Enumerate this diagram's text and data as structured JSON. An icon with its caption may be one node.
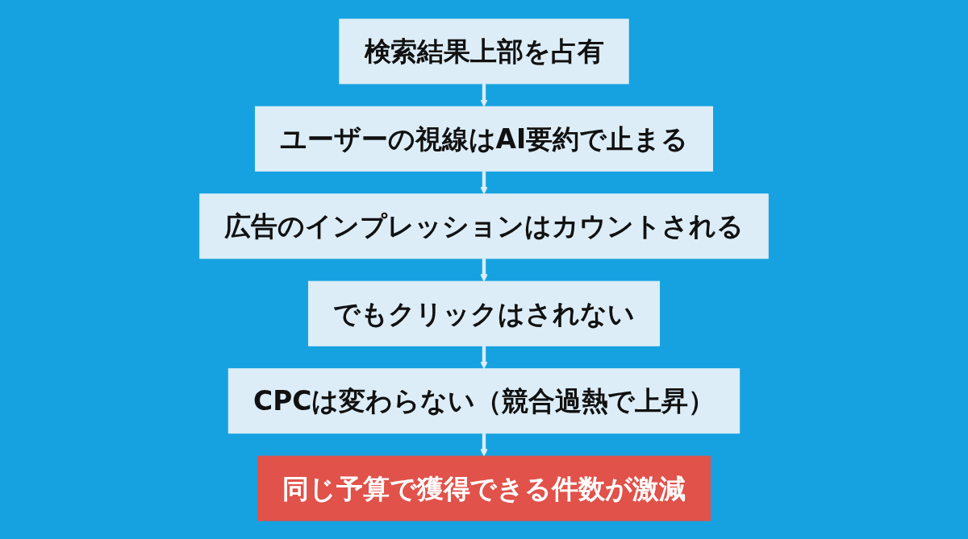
{
  "diagram": {
    "nodes": [
      {
        "text": [
          "検索結果上部を占有"
        ]
      },
      {
        "text": [
          "ユーザーの視線はAI要約で止まる"
        ]
      },
      {
        "text": [
          "広告のインプレッションはカウントされる"
        ]
      },
      {
        "text": [
          "でもクリックはされない"
        ]
      },
      {
        "text": [
          "CPCは変わらない（競合過熱で上昇）"
        ]
      },
      {
        "text": [
          "同じ予算で獲得できる件数が激減"
        ]
      }
    ],
    "edges": [
      {
        "from": 0,
        "to": 1,
        "arrow": "to"
      },
      {
        "from": 1,
        "to": 2,
        "arrow": "to"
      },
      {
        "from": 2,
        "to": 3,
        "arrow": "to"
      },
      {
        "from": 3,
        "to": 4,
        "arrow": "to"
      },
      {
        "from": 4,
        "to": 5,
        "arrow": "to"
      }
    ]
  }
}
